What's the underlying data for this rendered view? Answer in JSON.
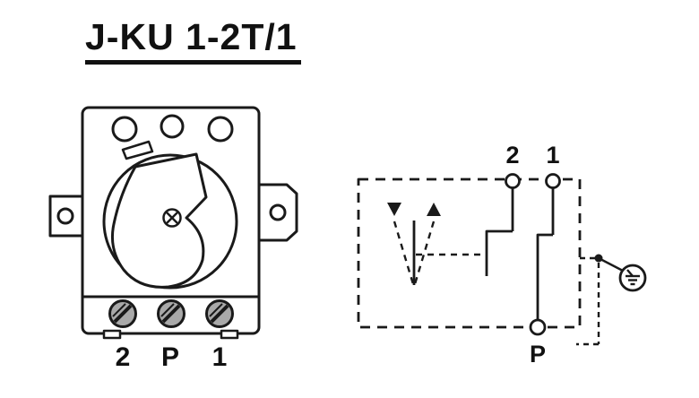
{
  "title": "J-KU 1-2T/1",
  "device_view": {
    "description": "thermostat front view drawing",
    "terminals": [
      "2",
      "P",
      "1"
    ]
  },
  "schematic": {
    "top_terminals": [
      "2",
      "1"
    ],
    "bottom_terminal": "P",
    "icons": [
      "down-triangle-icon",
      "up-triangle-icon",
      "earth-ground-icon",
      "screw-cross-icon"
    ]
  },
  "colors": {
    "line": "#1a1a1a",
    "background": "#ffffff",
    "screw_fill": "#a9a9a9"
  }
}
